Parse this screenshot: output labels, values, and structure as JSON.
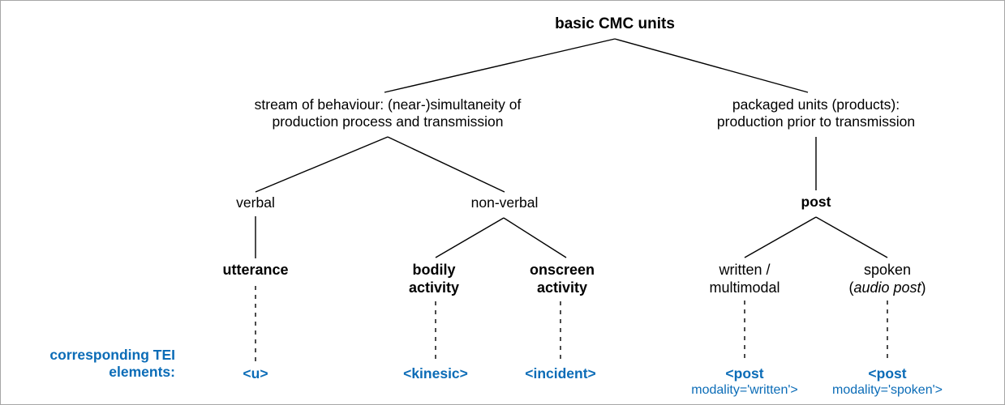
{
  "diagram": {
    "title": "basic CMC units",
    "caption": {
      "line1": "corresponding TEI",
      "line2": "elements:"
    },
    "colors": {
      "text": "#000000",
      "tei_blue": "#0b6cb7",
      "connector": "#000000",
      "background": "#ffffff",
      "border": "#a6a6a6"
    },
    "nodes": {
      "root": "basic CMC units",
      "stream_line1": "stream of behaviour: (near-)simultaneity of",
      "stream_line2": "production process and transmission",
      "packaged_line1": "packaged units (products):",
      "packaged_line2": "production prior to transmission",
      "verbal": "verbal",
      "nonverbal": "non-verbal",
      "post": "post",
      "utterance": "utterance",
      "bodily_line1": "bodily",
      "bodily_line2": "activity",
      "onscreen_line1": "onscreen",
      "onscreen_line2": "activity",
      "written_line1": "written /",
      "written_line2": "multimodal",
      "spoken_line1": "spoken",
      "spoken_line2_open": "(",
      "spoken_line2_italic": "audio post",
      "spoken_line2_close": ")"
    },
    "tei_elements": {
      "utterance": "<u>",
      "kinesic": "<kinesic>",
      "incident": "<incident>",
      "post_written_line1": "<post",
      "post_written_line2": "modality='written'>",
      "post_spoken_line1": "<post",
      "post_spoken_line2": "modality='spoken'>"
    }
  }
}
